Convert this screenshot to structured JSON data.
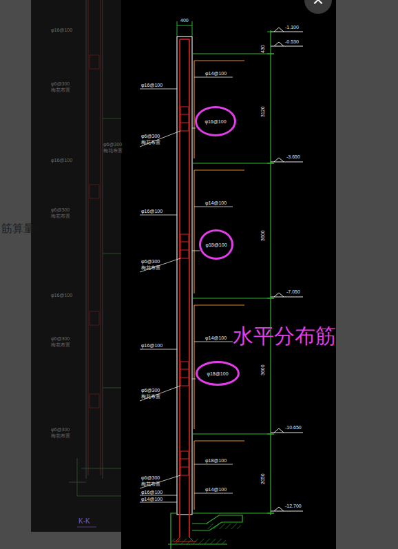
{
  "diagram": {
    "nodes": [
      {
        "text": [
          "φ16@100"
        ]
      },
      {
        "text": [
          "φ18@100"
        ]
      },
      {
        "text": [
          "φ18@100"
        ]
      }
    ],
    "labels": [
      "400",
      "-1.100",
      "-0.530",
      "430",
      "3120",
      "-3.650",
      "3600",
      "-7.050",
      "3600",
      "-10.650",
      "2050",
      "-12.700",
      "φ14@100",
      "φ6@300",
      "梅花布置",
      "φ16@100",
      "φ14@100",
      "φ6@300",
      "梅花布置",
      "φ16@100",
      "φ14@100",
      "φ6@300",
      "梅花布置",
      "φ18@100",
      "φ6@300",
      "梅花布置",
      "φ16@100",
      "φ14@100",
      "φ14@100",
      "φ16@100",
      "水平分布筋",
      "φ16@100",
      "φ6@300",
      "梅花布置",
      "φ6@300",
      "梅花布置",
      "φ16@100",
      "φ6@300",
      "梅花布置",
      "φ16@100",
      "φ6@300",
      "梅花布置",
      "φ6@300",
      "梅花布置",
      "K-K",
      "筋算量"
    ]
  }
}
